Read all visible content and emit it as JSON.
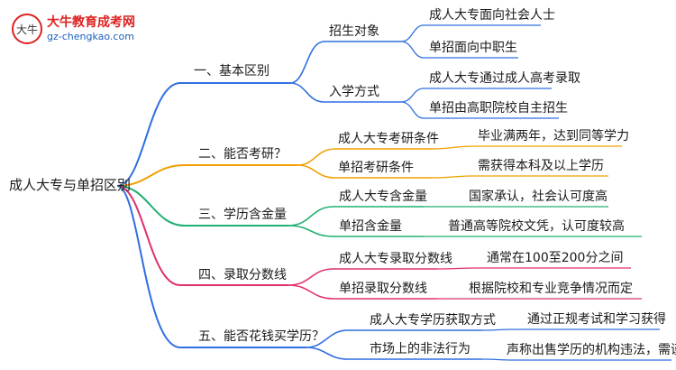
{
  "logo": {
    "name": "大牛教育成考网",
    "site": "gz-chengkao.com",
    "mark_text": "大牛"
  },
  "root": "成人大专与单招区别",
  "branches": [
    {
      "label": "一、基本区别",
      "color": "#2f6fe0",
      "children": [
        {
          "label": "招生对象",
          "leaves": [
            "成人大专面向社会人士",
            "单招面向中职生"
          ]
        },
        {
          "label": "入学方式",
          "leaves": [
            "成人大专通过成人高考录取",
            "单招由高职院校自主招生"
          ]
        }
      ]
    },
    {
      "label": "二、能否考研？",
      "color": "#f0a000",
      "pairs": [
        {
          "left": "成人大专考研条件",
          "right": "毕业满两年，达到同等学力"
        },
        {
          "left": "单招考研条件",
          "right": "需获得本科及以上学历"
        }
      ]
    },
    {
      "label": "三、学历含金量",
      "color": "#20b070",
      "pairs": [
        {
          "left": "成人大专含金量",
          "right": "国家承认，社会认可度高"
        },
        {
          "left": "单招含金量",
          "right": "普通高等院校文凭，认可度较高"
        }
      ]
    },
    {
      "label": "四、录取分数线",
      "color": "#e0306a",
      "pairs": [
        {
          "left": "成人大专录取分数线",
          "right": "通常在100至200分之间"
        },
        {
          "left": "单招录取分数线",
          "right": "根据院校和专业竞争情况而定"
        }
      ]
    },
    {
      "label": "五、能否花钱买学历？",
      "color": "#2f6fe0",
      "pairs": [
        {
          "left": "成人大专学历获取方式",
          "right": "通过正规考试和学习获得"
        },
        {
          "left": "市场上的非法行为",
          "right": "声称出售学历的机构违法，需谨慎"
        }
      ]
    }
  ]
}
